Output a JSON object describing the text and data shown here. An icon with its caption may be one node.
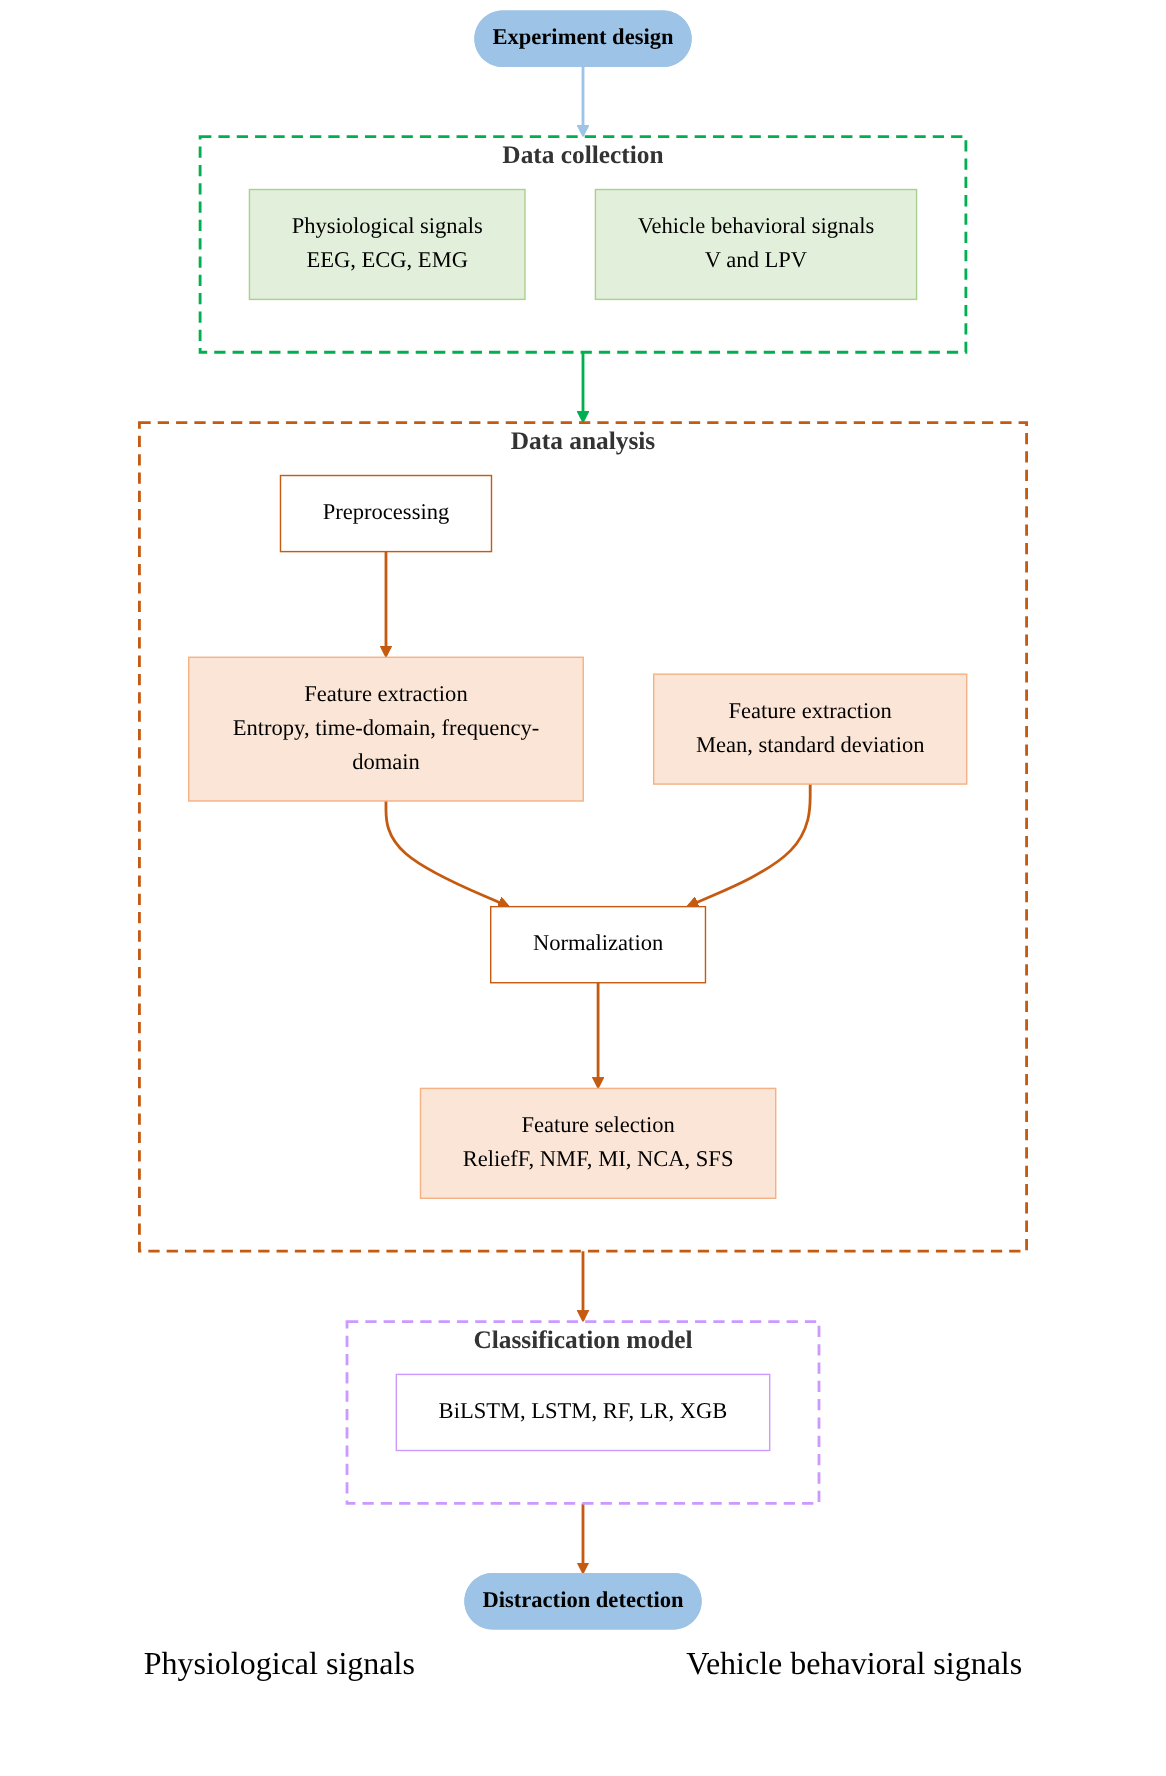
{
  "diagram": {
    "nodes": [
      {
        "text": [
          "Experiment design"
        ]
      },
      {
        "text": [
          "Data collection"
        ]
      },
      {
        "text": [
          "Physiological signals",
          "EEG, ECG, EMG"
        ],
        "in": 1
      },
      {
        "text": [
          "Vehicle behavioral signals",
          "V and LPV"
        ],
        "in": 1
      },
      {
        "text": [
          "Data analysis"
        ]
      },
      {
        "text": [
          "Preprocessing"
        ],
        "in": 4
      },
      {
        "text": [
          "Feature extraction",
          "Entropy, time-domain, frequency-domain"
        ],
        "in": 4
      },
      {
        "text": [
          "Feature extraction",
          "Mean, standard deviation"
        ],
        "in": 4
      },
      {
        "text": [
          "Normalization"
        ],
        "in": 4
      },
      {
        "text": [
          "Feature selection",
          "ReliefF, NMF, MI, NCA, SFS"
        ],
        "in": 4
      },
      {
        "text": [
          "Classification model"
        ]
      },
      {
        "text": [
          "BiLSTM, LSTM, RF, LR, XGB"
        ],
        "in": 10
      },
      {
        "text": [
          "Distraction detection"
        ]
      }
    ],
    "edges": [
      {
        "from": 0,
        "to": 1,
        "arrow": "to",
        "color": "#9dc3e6"
      },
      {
        "from": 1,
        "to": 4,
        "arrow": "to",
        "color": "#00b050"
      },
      {
        "from": 5,
        "to": 6,
        "arrow": "to"
      },
      {
        "from": 6,
        "to": 8,
        "arrow": "to"
      },
      {
        "from": 7,
        "to": 8,
        "arrow": "to"
      },
      {
        "from": 8,
        "to": 9,
        "arrow": "to"
      },
      {
        "from": 4,
        "to": 10,
        "arrow": "to"
      },
      {
        "from": 10,
        "to": 12,
        "arrow": "to"
      }
    ],
    "labels": [
      "Physiological signals",
      "Vehicle behavioral signals"
    ]
  }
}
